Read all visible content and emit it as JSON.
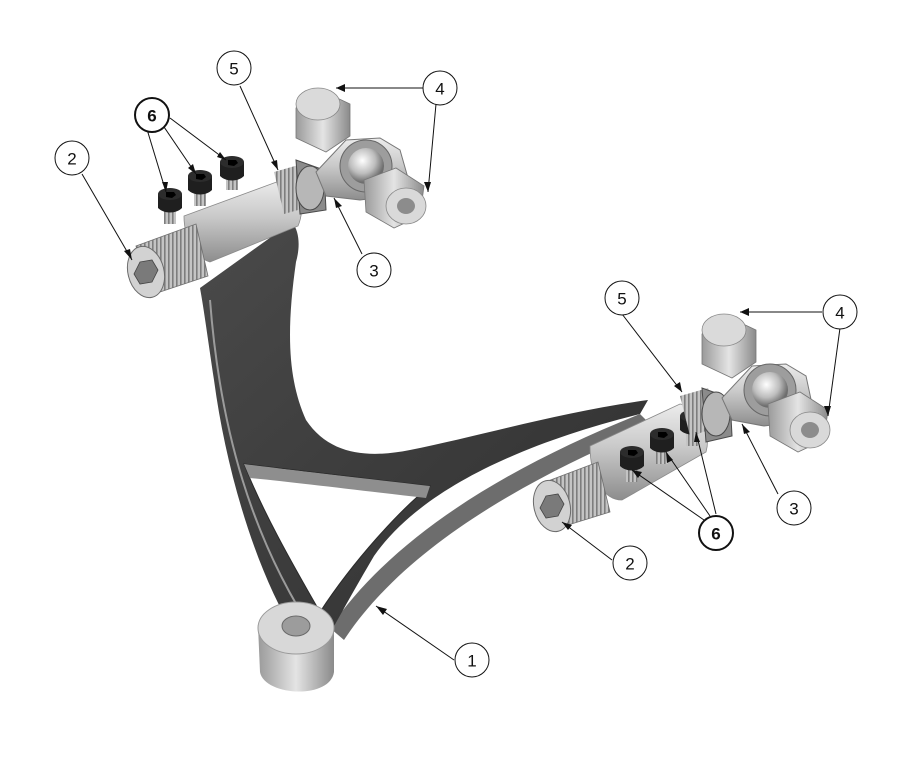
{
  "diagram": {
    "type": "exploded-assembly-illustration",
    "background": "#ffffff",
    "colors": {
      "arm": "#3c3c3c",
      "arm_highlight": "#6a6a6a",
      "metal_light": "#d6d6d6",
      "metal_mid": "#a9a9a9",
      "metal_dark": "#5a5a5a",
      "bolt": "#1d1d1d",
      "leader_line": "#111111"
    },
    "parts": [
      {
        "id": "arm",
        "item": "1",
        "icon": "wishbone-arm-icon"
      },
      {
        "id": "threaded-sleeve",
        "item": "2",
        "icon": "threaded-sleeve-icon"
      },
      {
        "id": "rod-end",
        "item": "3",
        "icon": "rod-end-icon"
      },
      {
        "id": "spacer",
        "item": "4",
        "icon": "spacer-icon"
      },
      {
        "id": "jam-nut",
        "item": "5",
        "icon": "jam-nut-icon"
      },
      {
        "id": "socket-cap-screw",
        "item": "6",
        "icon": "socket-cap-screw-icon"
      }
    ],
    "callouts": {
      "c1": "1",
      "c2a": "2",
      "c2b": "2",
      "c3a": "3",
      "c3b": "3",
      "c4a": "4",
      "c4b": "4",
      "c5a": "5",
      "c5b": "5",
      "c6a": "6",
      "c6b": "6"
    }
  }
}
